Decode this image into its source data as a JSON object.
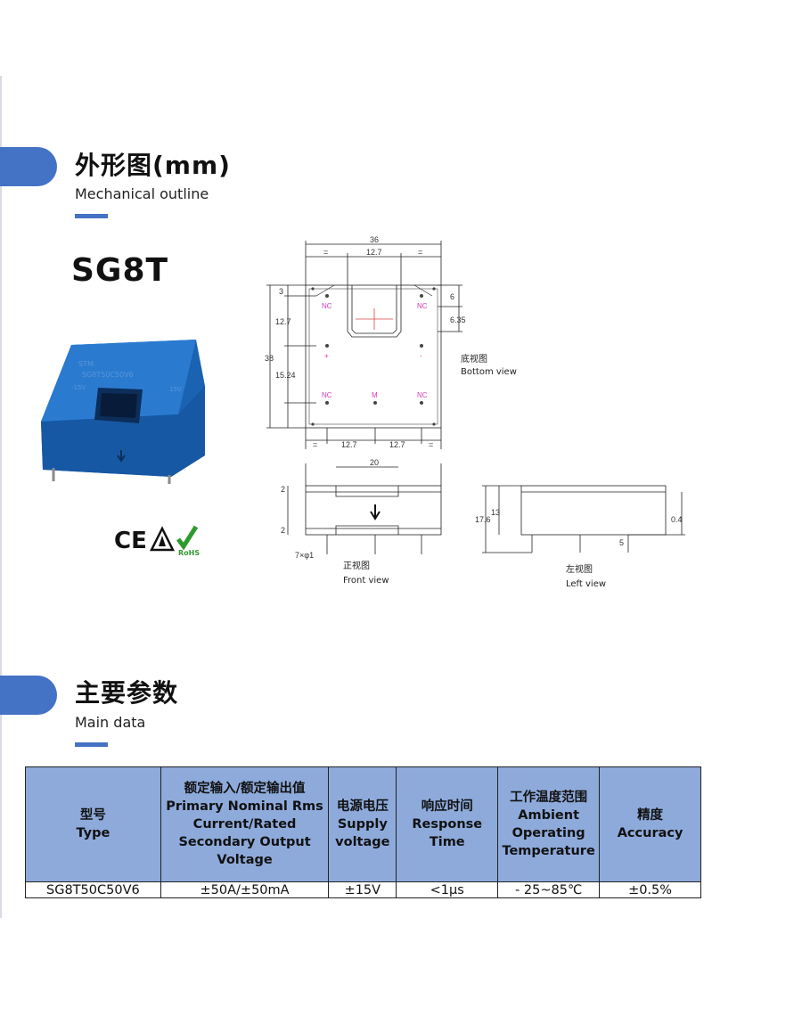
{
  "section1": {
    "title": "外形图(mm)",
    "subtitle": "Mechanical outline"
  },
  "product": {
    "model": "SG8T",
    "photo_text": [
      "STM",
      "SG8T50C50V6",
      "-15V",
      "15V"
    ]
  },
  "certifications": [
    "CE",
    "RoHS"
  ],
  "drawing": {
    "bottom_view": {
      "cn": "底视图",
      "en": "Bottom view"
    },
    "front_view": {
      "cn": "正视图",
      "en": "Front view"
    },
    "left_view": {
      "cn": "左视图",
      "en": "Left view"
    },
    "dims": {
      "width": "36",
      "eq": "=",
      "slot": "12.7",
      "pin_pitch": "12.7",
      "height": "38",
      "d3": "3",
      "d12_7": "12.7",
      "d15_24": "15.24",
      "d6": "6",
      "d6_35": "6.35",
      "front_width": "20",
      "d2": "2",
      "pins": "7×φ1",
      "d17_6": "17.6",
      "d13": "13",
      "d0_4": "0.4",
      "d5": "5"
    },
    "pin_labels": {
      "nc": "NC",
      "m": "M",
      "plus": "+",
      "minus": "-"
    }
  },
  "section2": {
    "title": "主要参数",
    "subtitle": "Main data"
  },
  "table": {
    "headers": [
      {
        "cn": "型号",
        "en": "Type"
      },
      {
        "cn": "额定输入/额定输出值",
        "en": "Primary Nominal Rms Current/Rated Secondary Output Voltage"
      },
      {
        "cn": "电源电压",
        "en": "Supply voltage"
      },
      {
        "cn": "响应时间",
        "en": "Response Time"
      },
      {
        "cn": "工作温度范围",
        "en": "Ambient Operating Temperature"
      },
      {
        "cn": "精度",
        "en": "Accuracy"
      }
    ],
    "rows": [
      [
        "SG8T50C50V6",
        "±50A/±50mA",
        "±15V",
        "<1μs",
        "- 25~85℃",
        "±0.5%"
      ]
    ]
  },
  "colors": {
    "accent": "#4472c4",
    "header_fill": "#8eaadb",
    "product_blue": "#1f6fc0"
  }
}
